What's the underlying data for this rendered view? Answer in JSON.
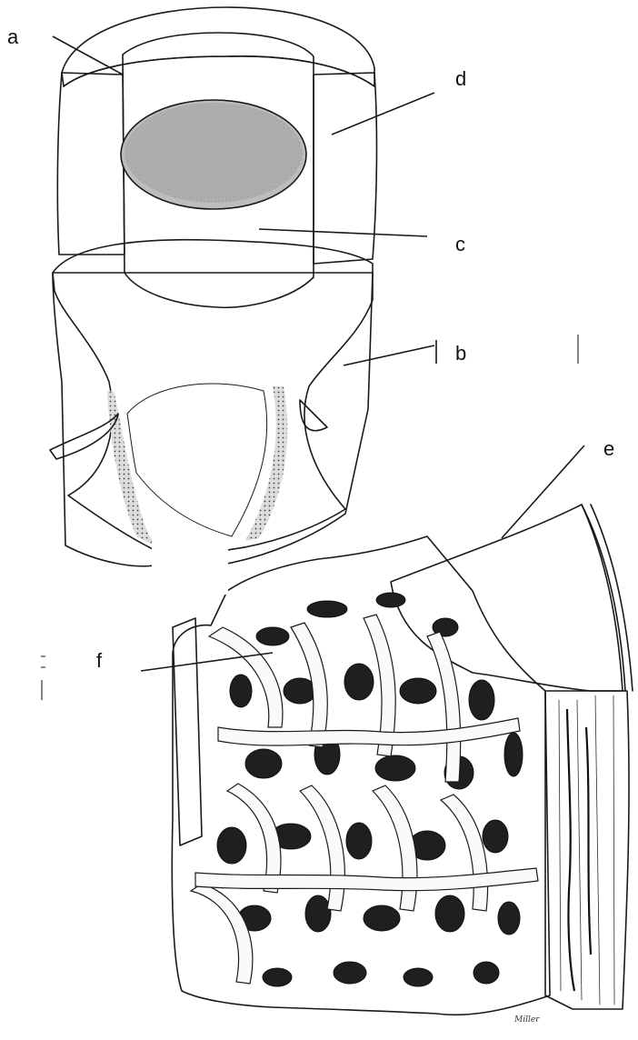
{
  "labels": {
    "a": "a",
    "b": "b",
    "c": "c",
    "d": "d",
    "e": "e",
    "f": "f"
  },
  "artist_signature": "Miller",
  "colors": {
    "ink": "#1a1a1a",
    "stipple_fill": "#f1f1f1",
    "membrane_fill": "#a9a9a9",
    "membrane_inner": "#bdbdbd",
    "periosteum_fill": "#c4c4c4",
    "trabecula_fill": "#f6f6f6",
    "cavity_dark": "#1f1f1f"
  }
}
